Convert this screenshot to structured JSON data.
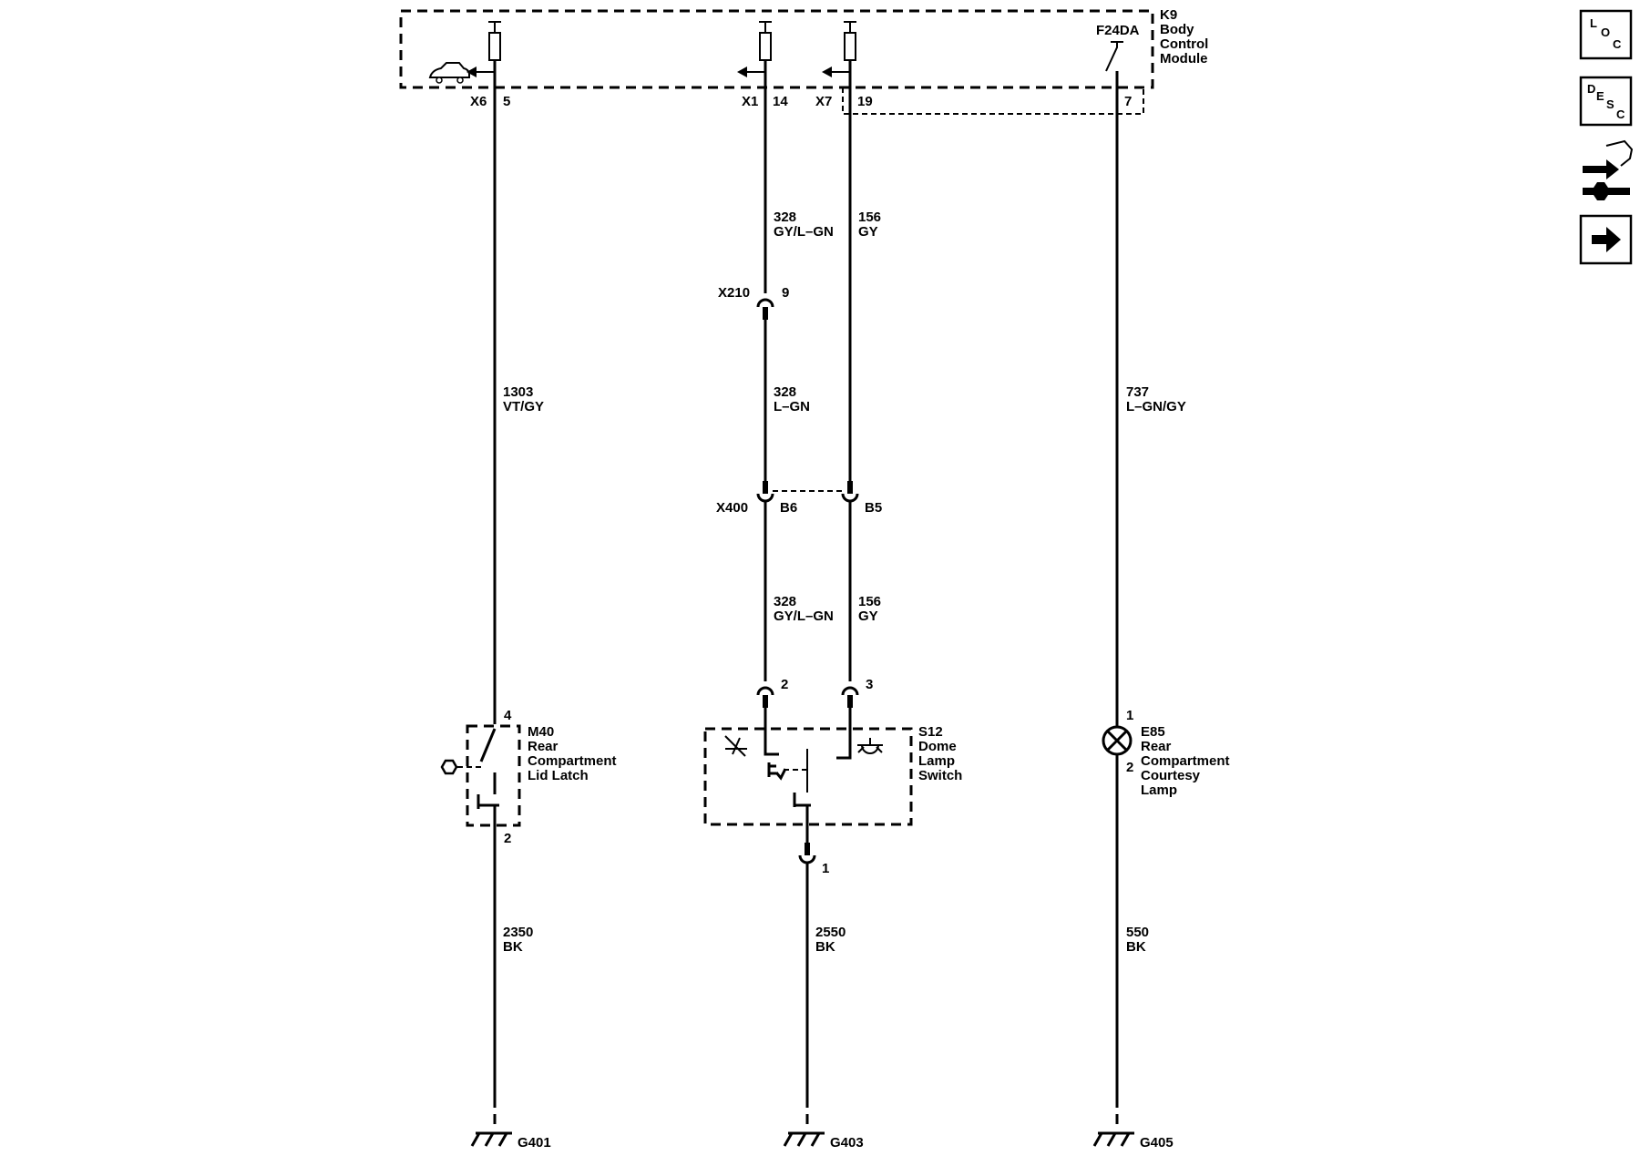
{
  "module": {
    "title_lines": [
      "K9",
      "Body",
      "Control",
      "Module"
    ],
    "fuse_label": "F24DA"
  },
  "connectors": {
    "x6": "X6",
    "x6_pin": "5",
    "x1": "X1",
    "x1_pin": "14",
    "x7": "X7",
    "x7_pin": "19",
    "fuse_pin": "7",
    "x210": "X210",
    "x210_pin": "9",
    "x400": "X400",
    "x400_pin_b6": "B6",
    "x400_pin_b5": "B5",
    "s12_pin2": "2",
    "s12_pin3": "3",
    "s12_pin1": "1",
    "m40_pin4": "4",
    "m40_pin2": "2",
    "e85_pin1": "1",
    "e85_pin2": "2"
  },
  "wires": {
    "w1303": [
      "1303",
      "VT/GY"
    ],
    "w328a": [
      "328",
      "GY/L–GN"
    ],
    "w156a": [
      "156",
      "GY"
    ],
    "w328b": [
      "328",
      "L–GN"
    ],
    "w328c": [
      "328",
      "GY/L–GN"
    ],
    "w156b": [
      "156",
      "GY"
    ],
    "w737": [
      "737",
      "L–GN/GY"
    ],
    "w2350": [
      "2350",
      "BK"
    ],
    "w2550": [
      "2550",
      "BK"
    ],
    "w550": [
      "550",
      "BK"
    ]
  },
  "components": {
    "m40": [
      "M40",
      "Rear",
      "Compartment",
      "Lid Latch"
    ],
    "s12": [
      "S12",
      "Dome",
      "Lamp",
      "Switch"
    ],
    "e85": [
      "E85",
      "Rear",
      "Compartment",
      "Courtesy",
      "Lamp"
    ]
  },
  "grounds": {
    "g401": "G401",
    "g403": "G403",
    "g405": "G405"
  },
  "nav": {
    "loc": [
      "L",
      "O",
      "C"
    ],
    "desc": [
      "D",
      "E",
      "S",
      "C"
    ],
    "icons": [
      "connector-end-view-icon",
      "next-arrow-icon"
    ]
  }
}
